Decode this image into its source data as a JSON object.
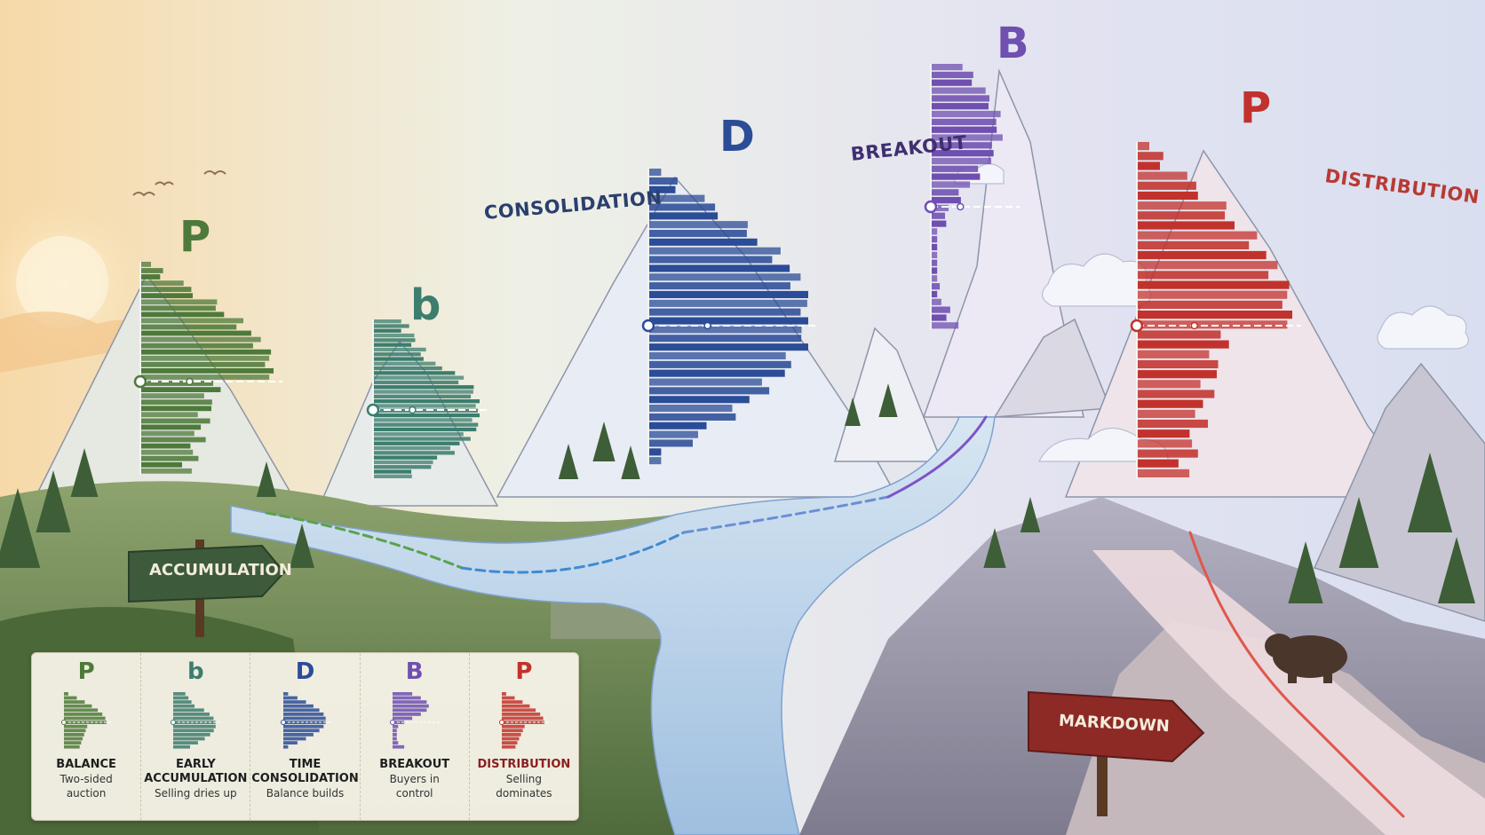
{
  "profiles": [
    {
      "letter": "P",
      "color": "#4d7a3a"
    },
    {
      "letter": "b",
      "color": "#3c7d6e"
    },
    {
      "letter": "D",
      "color": "#2b4c97"
    },
    {
      "letter": "B",
      "color": "#6f4fb0"
    },
    {
      "letter": "P",
      "color": "#c2322c"
    }
  ],
  "annotations": {
    "consolidation": "CONSOLIDATION",
    "breakout": "BREAKOUT",
    "distribution": "DISTRIBUTION"
  },
  "signs": {
    "accumulation": "ACCUMULATION",
    "markdown": "MARKDOWN"
  },
  "legend": [
    {
      "letter": "P",
      "title": "BALANCE",
      "desc_1": "Two-sided",
      "desc_2": "auction",
      "color": "#4d7a3a",
      "title_color": "#1e1e1e"
    },
    {
      "letter": "b",
      "title": "EARLY ACCUMULATION",
      "desc_1": "Selling dries up",
      "desc_2": "",
      "color": "#3c7d6e",
      "title_color": "#1e1e1e"
    },
    {
      "letter": "D",
      "title": "TIME CONSOLIDATION",
      "desc_1": "Balance builds",
      "desc_2": "",
      "color": "#2b4c97",
      "title_color": "#1e1e1e"
    },
    {
      "letter": "B",
      "title": "BREAKOUT",
      "desc_1": "Buyers in",
      "desc_2": "control",
      "color": "#6f4fb0",
      "title_color": "#1e1e1e"
    },
    {
      "letter": "P",
      "title": "DISTRIBUTION",
      "desc_1": "Selling",
      "desc_2": "dominates",
      "color": "#c2322c",
      "title_color": "#8b1f1f"
    }
  ]
}
